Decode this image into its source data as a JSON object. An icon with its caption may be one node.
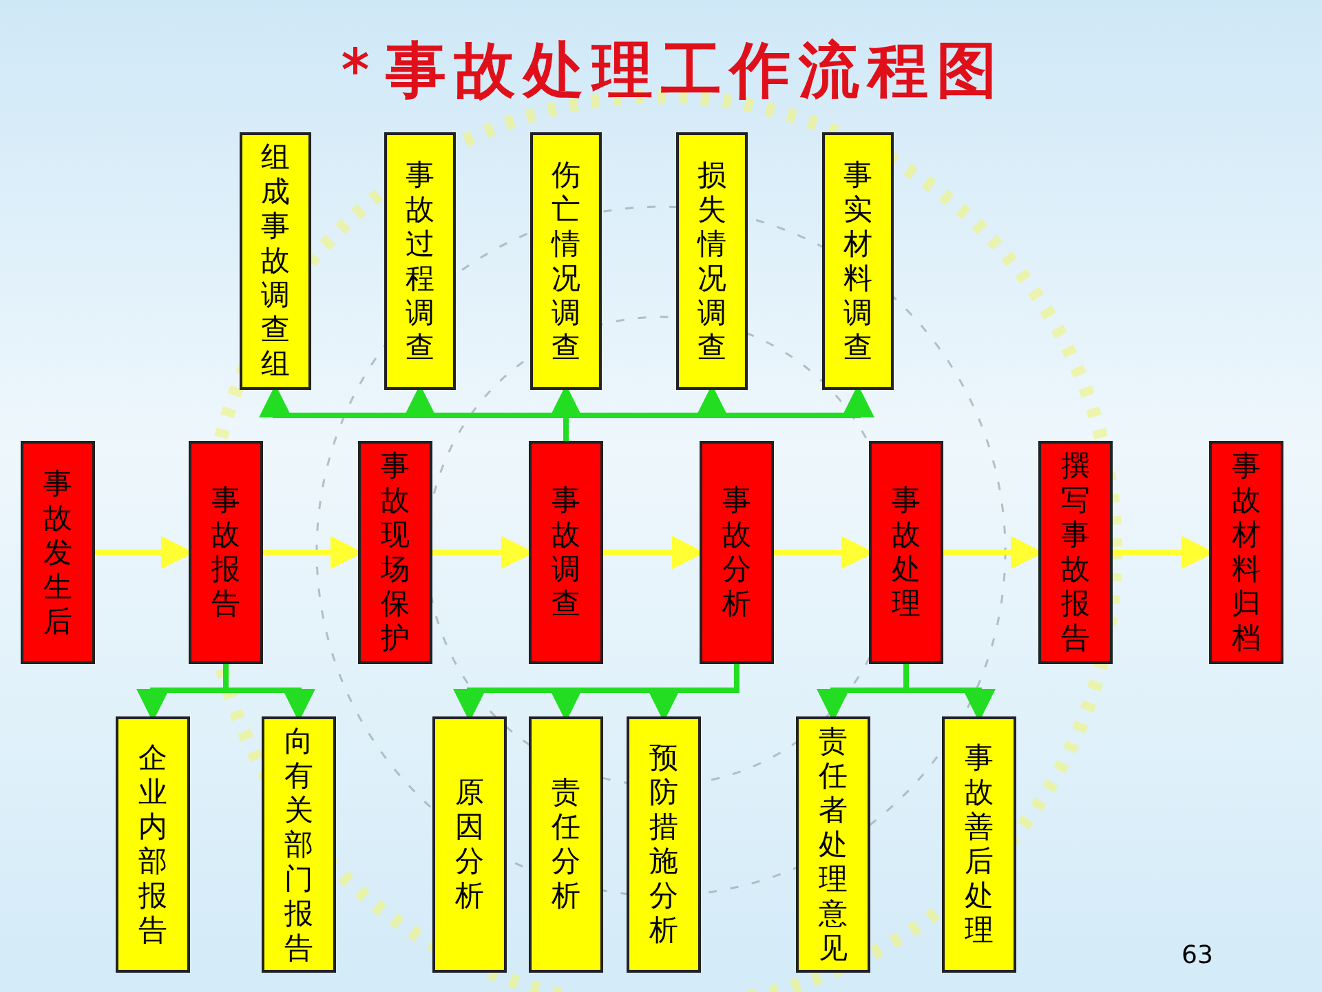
{
  "diagram": {
    "title": "事故处理工作流程图",
    "nodes": [
      {
        "text": [
          "组成事故调查组"
        ]
      },
      {
        "text": [
          "事故过程调查"
        ]
      },
      {
        "text": [
          "伤亡情况调查"
        ]
      },
      {
        "text": [
          "损失情况调查"
        ]
      },
      {
        "text": [
          "事实材料调查"
        ]
      },
      {
        "text": [
          "事故发生后"
        ]
      },
      {
        "text": [
          "事故报告"
        ]
      },
      {
        "text": [
          "事故现场保护"
        ]
      },
      {
        "text": [
          "事故调查"
        ]
      },
      {
        "text": [
          "事故分析"
        ]
      },
      {
        "text": [
          "事故处理"
        ]
      },
      {
        "text": [
          "撰写事故报告"
        ]
      },
      {
        "text": [
          "事故材料归档"
        ]
      },
      {
        "text": [
          "企业内部报告"
        ]
      },
      {
        "text": [
          "向有关部门报告"
        ]
      },
      {
        "text": [
          "原因分析"
        ]
      },
      {
        "text": [
          "责任分析"
        ]
      },
      {
        "text": [
          "预防措施分析"
        ]
      },
      {
        "text": [
          "责任者处理意见"
        ]
      },
      {
        "text": [
          "事故善后处理"
        ]
      }
    ],
    "edges": [
      {
        "from": 5,
        "to": 6,
        "arrow": "to",
        "color": "#ffff33"
      },
      {
        "from": 6,
        "to": 7,
        "arrow": "to",
        "color": "#ffff33"
      },
      {
        "from": 7,
        "to": 8,
        "arrow": "to",
        "color": "#ffff33"
      },
      {
        "from": 8,
        "to": 9,
        "arrow": "to",
        "color": "#ffff33"
      },
      {
        "from": 9,
        "to": 10,
        "arrow": "to",
        "color": "#ffff33"
      },
      {
        "from": 10,
        "to": 11,
        "arrow": "to",
        "color": "#ffff33"
      },
      {
        "from": 11,
        "to": 12,
        "arrow": "to",
        "color": "#ffff33"
      },
      {
        "from": 8,
        "to": 0,
        "arrow": "to"
      },
      {
        "from": 8,
        "to": 1,
        "arrow": "to"
      },
      {
        "from": 8,
        "to": 2,
        "arrow": "to"
      },
      {
        "from": 8,
        "to": 3,
        "arrow": "to"
      },
      {
        "from": 8,
        "to": 4,
        "arrow": "to"
      },
      {
        "from": 6,
        "to": 13,
        "arrow": "to"
      },
      {
        "from": 6,
        "to": 14,
        "arrow": "to"
      },
      {
        "from": 9,
        "to": 15,
        "arrow": "to"
      },
      {
        "from": 9,
        "to": 16,
        "arrow": "to"
      },
      {
        "from": 9,
        "to": 17,
        "arrow": "to"
      },
      {
        "from": 10,
        "to": 18,
        "arrow": "to"
      },
      {
        "from": 10,
        "to": 19,
        "arrow": "to"
      }
    ],
    "labels": [
      "63"
    ]
  }
}
